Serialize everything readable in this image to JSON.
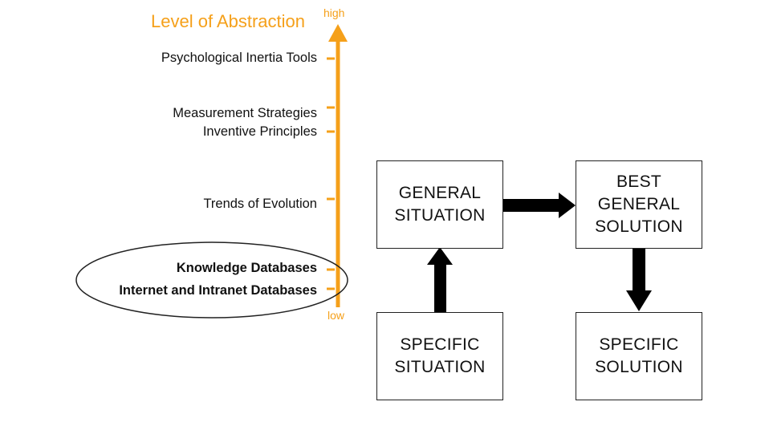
{
  "axis": {
    "title": "Level of Abstraction",
    "high_label": "high",
    "low_label": "low",
    "color": "#f5a01a"
  },
  "levels": [
    {
      "label": "Psychological Inertia Tools",
      "bold": false
    },
    {
      "label": "Measurement Strategies",
      "bold": false
    },
    {
      "label": "Inventive Principles",
      "bold": false
    },
    {
      "label": "Trends of Evolution",
      "bold": false
    },
    {
      "label": "Knowledge Databases",
      "bold": true
    },
    {
      "label": "Internet and Intranet Databases",
      "bold": true
    }
  ],
  "boxes": {
    "general_situation": "GENERAL\nSITUATION",
    "best_general_solution": "BEST\nGENERAL\nSOLUTION",
    "specific_situation": "SPECIFIC\nSITUATION",
    "specific_solution": "SPECIFIC\nSOLUTION"
  }
}
